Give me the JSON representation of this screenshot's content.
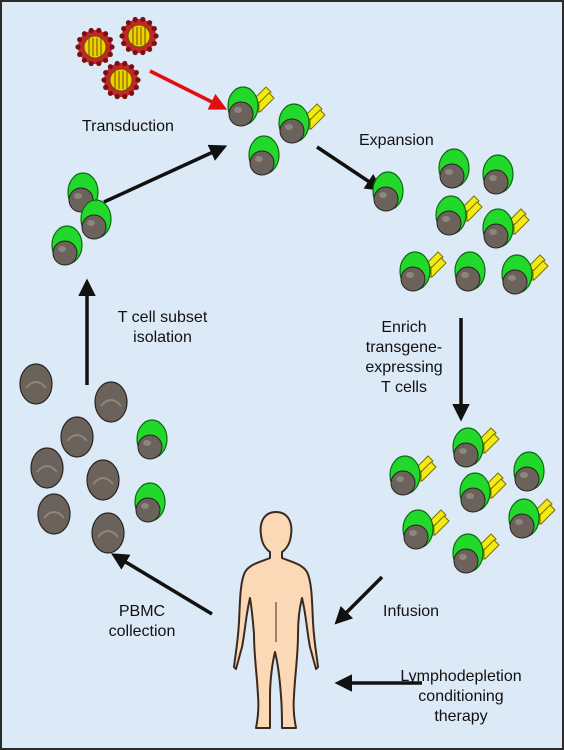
{
  "labels": {
    "transduction": "Transduction",
    "expansion": "Expansion",
    "enrich": "Enrich\ntransgene-\nexpressing\nT cells",
    "isolation": "T cell subset\nisolation",
    "pbmc": "PBMC\ncollection",
    "infusion": "Infusion",
    "lymphodepletion": "Lymphodepletion\nconditioning\ntherapy"
  },
  "colors": {
    "background": "#dce9f7",
    "cell_green": "#22d82a",
    "cell_green_edge": "#0a6a10",
    "nucleus": "#6b625b",
    "nucleus_edge": "#2a2420",
    "receptor": "#f2ea10",
    "receptor_edge": "#7a7000",
    "arrow": "#111111",
    "arrow_red": "#e01010",
    "virus_core": "#f0d000",
    "virus_coat": "#c0282a",
    "body_fill": "#fcd9b6",
    "body_edge": "#3a2a20"
  },
  "icons": {
    "virus": "virus-particle-icon",
    "t_cell": "t-cell-icon",
    "car_t_cell": "car-t-cell-icon",
    "pbmc_cell": "pbmc-cell-icon",
    "human": "human-figure-icon"
  }
}
